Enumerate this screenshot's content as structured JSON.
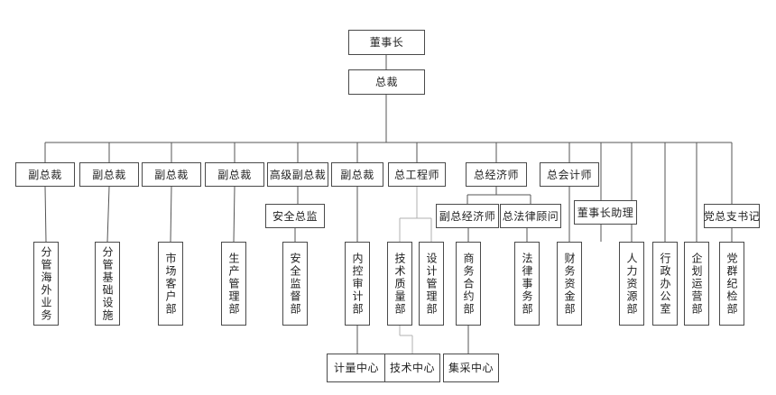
{
  "org_chart": {
    "nodes": {
      "chairman": "董事长",
      "president": "总裁",
      "vp1": "副总裁",
      "vp2": "副总裁",
      "vp3": "副总裁",
      "vp4": "副总裁",
      "senior_vp": "高级副总裁",
      "vp5": "副总裁",
      "chief_engineer": "总工程师",
      "chief_economist": "总经济师",
      "chief_accountant": "总会计师",
      "safety_director": "安全总监",
      "deputy_economist": "副总经济师",
      "legal_counsel": "总法律顾问",
      "chairman_assistant": "董事长助理",
      "party_secretary": "党总支书记",
      "dept_overseas": "分管海外业务",
      "dept_infrastructure": "分管基础设施",
      "dept_market": "市场客户部",
      "dept_production": "生产管理部",
      "dept_safety": "安全监督部",
      "dept_audit": "内控审计部",
      "dept_tech_quality": "技术质量部",
      "dept_design": "设计管理部",
      "dept_contract": "商务合约部",
      "dept_legal": "法律事务部",
      "dept_finance": "财务资金部",
      "dept_hr": "人力资源部",
      "dept_admin": "行政办公室",
      "dept_planning": "企划运营部",
      "dept_party": "党群纪检部",
      "center_metering": "计量中心",
      "center_tech": "技术中心",
      "center_procurement": "集采中心"
    },
    "line_color": "#555555",
    "gray_line_color": "#b0b0b0"
  }
}
